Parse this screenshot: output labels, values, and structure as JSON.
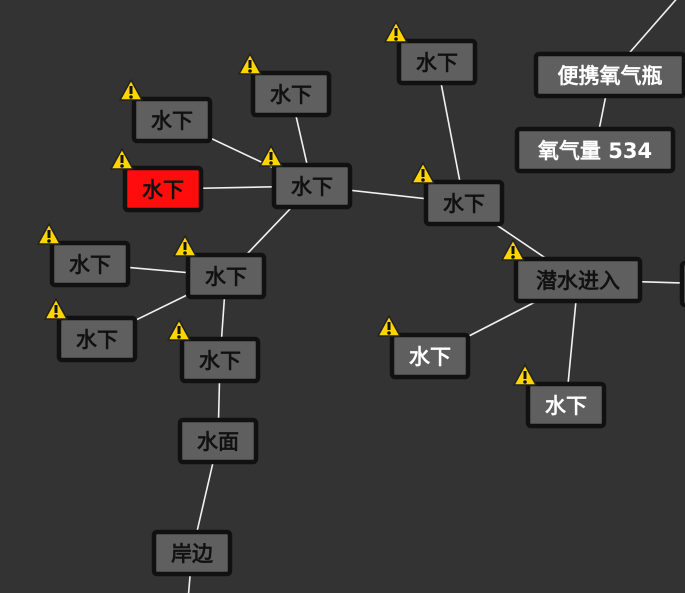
{
  "diagram": {
    "colors": {
      "background": "#333333",
      "node_fill": "#5f5f5f",
      "node_current": "#ff0d0d",
      "edge": "#f2f2f2",
      "warning": "#ffd400"
    },
    "nodes": [
      {
        "id": "n1",
        "label": "水下",
        "warning": true,
        "current": false,
        "light_text": false
      },
      {
        "id": "n2",
        "label": "水下",
        "warning": true,
        "current": false,
        "light_text": false
      },
      {
        "id": "n3",
        "label": "水下",
        "warning": true,
        "current": false,
        "light_text": false
      },
      {
        "id": "n4",
        "label": "便携氧气瓶",
        "warning": false,
        "current": false,
        "light_text": true
      },
      {
        "id": "n5",
        "label": "氧气量 534",
        "warning": false,
        "current": false,
        "light_text": true
      },
      {
        "id": "n6",
        "label": "水下",
        "warning": true,
        "current": true,
        "light_text": false
      },
      {
        "id": "n7",
        "label": "水下",
        "warning": true,
        "current": false,
        "light_text": false
      },
      {
        "id": "n8",
        "label": "水下",
        "warning": true,
        "current": false,
        "light_text": false
      },
      {
        "id": "n9",
        "label": "水下",
        "warning": true,
        "current": false,
        "light_text": false
      },
      {
        "id": "n10",
        "label": "水下",
        "warning": true,
        "current": false,
        "light_text": false
      },
      {
        "id": "n11",
        "label": "潜水进入",
        "warning": true,
        "current": false,
        "light_text": false
      },
      {
        "id": "n12",
        "label": "水下",
        "warning": true,
        "current": false,
        "light_text": false
      },
      {
        "id": "n13",
        "label": "水下",
        "warning": true,
        "current": false,
        "light_text": false
      },
      {
        "id": "n14",
        "label": "水下",
        "warning": true,
        "current": false,
        "light_text": true
      },
      {
        "id": "n15",
        "label": "水下",
        "warning": true,
        "current": false,
        "light_text": true
      },
      {
        "id": "n16",
        "label": "水面",
        "warning": false,
        "current": false,
        "light_text": false
      },
      {
        "id": "n17",
        "label": "岸边",
        "warning": false,
        "current": false,
        "light_text": false
      },
      {
        "id": "n18",
        "label": "",
        "warning": false,
        "current": false,
        "light_text": false
      }
    ],
    "edges": [
      [
        "n1",
        "n7"
      ],
      [
        "n2",
        "n7"
      ],
      [
        "n3",
        "n8"
      ],
      [
        "n4",
        "n5"
      ],
      [
        "n6",
        "n7"
      ],
      [
        "n7",
        "n8"
      ],
      [
        "n7",
        "n10"
      ],
      [
        "n8",
        "n11"
      ],
      [
        "n9",
        "n10"
      ],
      [
        "n10",
        "n12"
      ],
      [
        "n10",
        "n13"
      ],
      [
        "n11",
        "n14"
      ],
      [
        "n11",
        "n15"
      ],
      [
        "n11",
        "n18"
      ],
      [
        "n13",
        "n16"
      ],
      [
        "n16",
        "n17"
      ]
    ],
    "offpage_edges": [
      {
        "from": "n4",
        "direction": "up-right"
      },
      {
        "from": "n17",
        "direction": "down"
      }
    ]
  }
}
